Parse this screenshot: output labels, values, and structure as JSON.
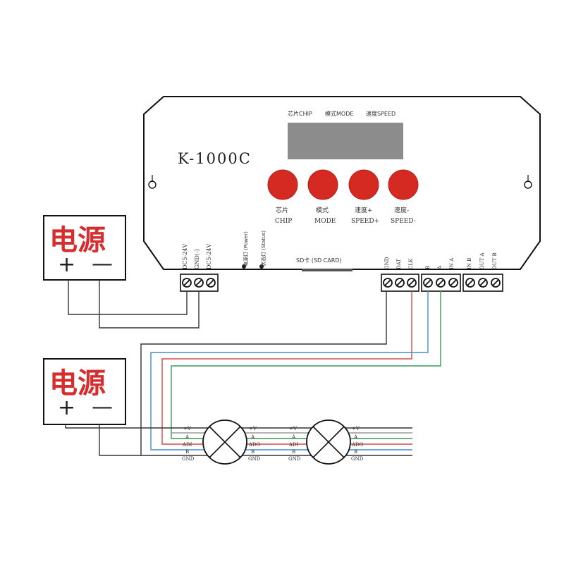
{
  "controller": {
    "model": "K-1000C",
    "display_labels": [
      "芯片CHIP",
      "模式MODE",
      "速度SPEED"
    ],
    "buttons": [
      {
        "label_cn": "芯片",
        "label_en": "CHIP",
        "color": "#d42a22"
      },
      {
        "label_cn": "模式",
        "label_en": "MODE",
        "color": "#d42a22"
      },
      {
        "label_cn": "速度+",
        "label_en": "SPEED+",
        "color": "#d42a22"
      },
      {
        "label_cn": "速度-",
        "label_en": "SPEED-",
        "color": "#d42a22"
      }
    ],
    "power_inputs": [
      "DC5-24V",
      "GND(-)",
      "DC5-24V"
    ],
    "indicators": [
      "电源灯 (Power)",
      "状态灯 (Status)"
    ],
    "sd_label": "SD卡 (SD CARD)",
    "signal_ports": [
      "GND",
      "DAT",
      "CLK"
    ],
    "bus_ports": [
      "B",
      "A",
      "IN A"
    ],
    "out_ports": [
      "IN B",
      "OUT A",
      "OUT B"
    ]
  },
  "psu_top": {
    "title": "电源",
    "plus": "+",
    "minus": "—"
  },
  "psu_bottom": {
    "title": "电源",
    "plus": "+",
    "minus": "—"
  },
  "pixels": [
    {
      "in_labels": [
        "+V",
        "A",
        "ADI",
        "B",
        "GND"
      ],
      "out_labels": [
        "+V",
        "A",
        "ADO",
        "B",
        "GND"
      ]
    },
    {
      "in_labels": [
        "+V",
        "A",
        "ADI",
        "B",
        "GND"
      ],
      "out_labels": [
        "+V",
        "A",
        "ADO",
        "B",
        "GND"
      ]
    }
  ],
  "colors": {
    "button_red": "#d42a22",
    "psu_red": "#d62e2e",
    "wire_red": "#d84a4a",
    "wire_blue": "#3e8fd0",
    "wire_green": "#3a9a5a",
    "wire_black": "#333333",
    "screen_gray": "#8c8c8c"
  }
}
